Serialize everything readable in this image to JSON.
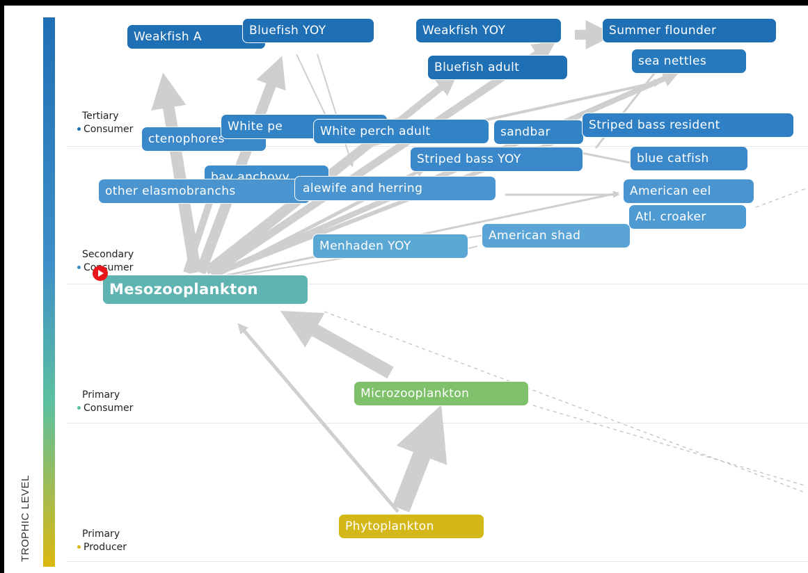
{
  "axis": {
    "title": "TROPHIC LEVEL",
    "levels": [
      {
        "line1": "Tertiary",
        "line2": "Consumer",
        "dot_color": "#1f6fb5"
      },
      {
        "line1": "Secondary",
        "line2": "Consumer",
        "dot_color": "#3d8fc7"
      },
      {
        "line1": "Primary",
        "line2": "Consumer",
        "dot_color": "#5cc0a0"
      },
      {
        "line1": "Primary",
        "line2": "Producer",
        "dot_color": "#d9b81c"
      }
    ]
  },
  "controls": {
    "play_icon": "play-icon"
  },
  "nodes": {
    "weakfish_adult": {
      "label": "Weakfish A"
    },
    "bluefish_yoy": {
      "label": "Bluefish YOY"
    },
    "weakfish_yoy": {
      "label": "Weakfish YOY"
    },
    "summer_flounder": {
      "label": "Summer flounder"
    },
    "sea_nettles": {
      "label": "sea nettles"
    },
    "bluefish_adult": {
      "label": "Bluefish adult"
    },
    "ctenophores": {
      "label": "ctenophores"
    },
    "white_perch_yoy": {
      "label": "White pe"
    },
    "white_perch_adult": {
      "label": "White perch adult"
    },
    "sandbar": {
      "label": "sandbar"
    },
    "striped_bass_resident": {
      "label": "Striped bass resident"
    },
    "striped_bass_yoy": {
      "label": "Striped bass YOY"
    },
    "blue_catfish": {
      "label": "blue catfish"
    },
    "bay_anchovy": {
      "label": "bay anchovy"
    },
    "other_elasmobranchs": {
      "label": "other elasmobranchs"
    },
    "alewife_herring": {
      "label": "alewife and herring"
    },
    "american_eel": {
      "label": "American eel"
    },
    "atl_croaker": {
      "label": "Atl. croaker"
    },
    "american_shad": {
      "label": "American shad"
    },
    "menhaden_yoy": {
      "label": "Menhaden YOY"
    },
    "mesozooplankton": {
      "label": "Mesozooplankton"
    },
    "microzooplankton": {
      "label": "Microzooplankton"
    },
    "phytoplankton": {
      "label": "Phytoplankton"
    }
  },
  "colors": {
    "tertiary": "#1f6fb5",
    "upper_secondary": "#3a87c9",
    "secondary": "#5ba8d4",
    "mesozooplankton": "#5fb3b0",
    "microzooplankton": "#7fc06a",
    "phytoplankton": "#d4b81a",
    "arrow": "#cfcfcf"
  }
}
